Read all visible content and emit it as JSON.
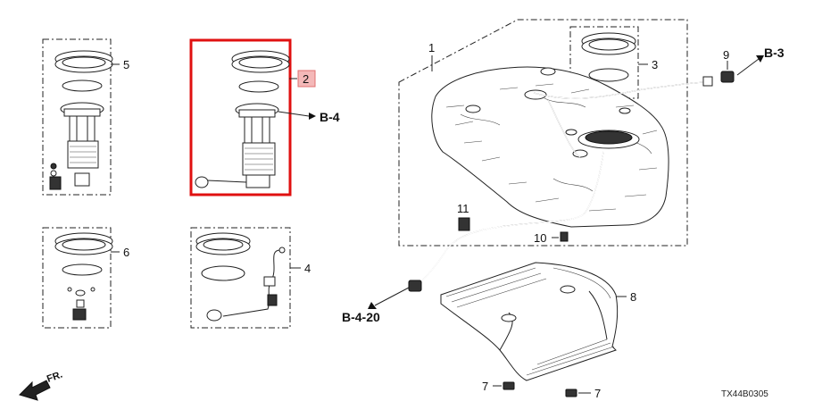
{
  "callouts": {
    "c1": "1",
    "c2": "2",
    "c3": "3",
    "c4": "4",
    "c5": "5",
    "c6": "6",
    "c7a": "7",
    "c7b": "7",
    "c8": "8",
    "c9": "9",
    "c10": "10",
    "c11": "11"
  },
  "references": {
    "b3": "B-3",
    "b4": "B-4",
    "b420": "B-4-20"
  },
  "front_indicator": "FR.",
  "diagram_code": "TX44B0305",
  "colors": {
    "highlight_frame": "#e01010",
    "highlight_tag": "#f4b8b8",
    "line": "#222222"
  }
}
